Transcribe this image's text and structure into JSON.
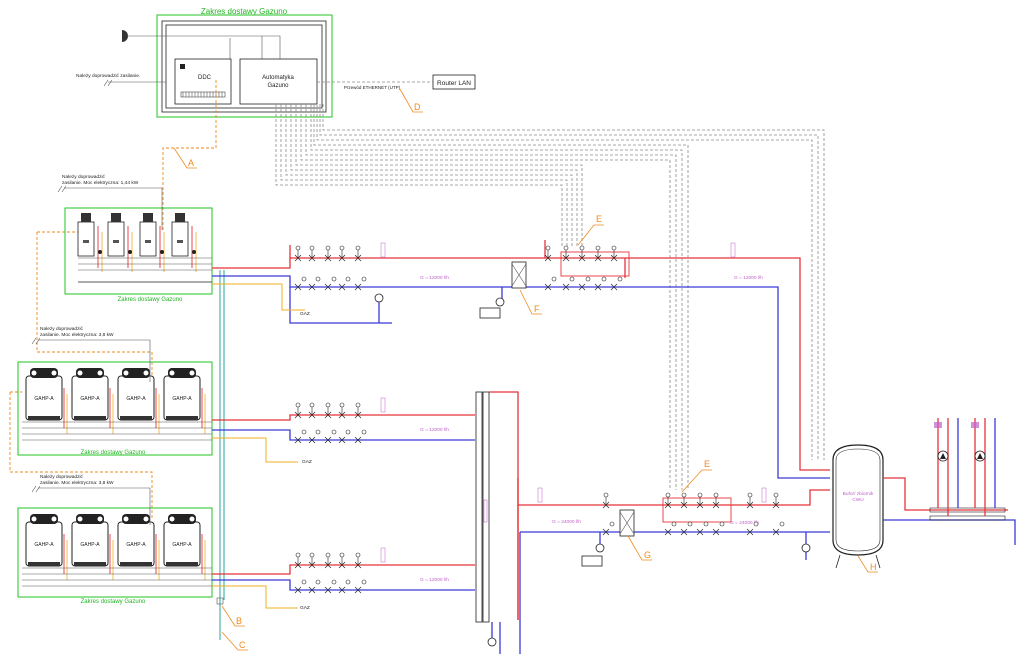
{
  "labels": {
    "scope_top": "Zakres dostawy Gazuno",
    "scope_row1": "Zakres dostawy Gazuno",
    "scope_row2": "Zakres dostawy Gazuno",
    "scope_row3": "Zakres dostawy Gazuno",
    "ddc": "DDC",
    "automation_line1": "Automatyka",
    "automation_line2": "Gazuno",
    "router": "Router LAN",
    "ethernet": "Przewód ETHERNET (UTP)",
    "power_note_top": "Należy doprowadzić zasilanie.",
    "power_note_r1_line1": "Należy doprowadzić",
    "power_note_r1_line2": "zasilanie. Moc elektryczna: 1,44 kW",
    "power_note_r2_line1": "Należy doprowadzić",
    "power_note_r2_line2": "zasilanie. Moc elektryczna: 3,8 kW",
    "power_note_r3_line1": "Należy doprowadzić",
    "power_note_r3_line2": "zasilanie. Moc elektryczna: 3,8 kW",
    "flow_r1_left": "G = 12000 l/h",
    "flow_r1_right": "G = 12000 l/h",
    "flow_r2": "G = 12000 l/h",
    "flow_r3": "G = 12000 l/h",
    "flow_main_left": "G = 24000 l/h",
    "flow_main_right": "G = 24000 l/h",
    "gas_label": "GAZ",
    "unit_label": "GAHP-A",
    "tank_line1": "Bufor/ zbiornik",
    "tank_line2": "CWU",
    "callouts": [
      "A",
      "B",
      "C",
      "D",
      "E",
      "E",
      "F",
      "G",
      "H"
    ]
  },
  "colors": {
    "scope_box": "#22c322",
    "callout": "#f08a1c",
    "supply_pipe": "#e8333a",
    "return_pipe": "#3a3ad8",
    "gas_pipe": "#f2b020",
    "signal_cable": "#8a8a8a",
    "annotation": "#c060c8"
  }
}
